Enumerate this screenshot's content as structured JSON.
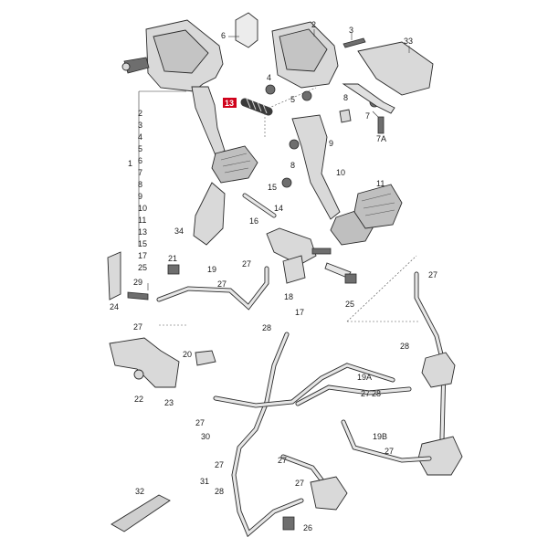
{
  "highlight": {
    "label": "13",
    "color": "#d0021b"
  },
  "callouts": [
    {
      "id": "c6",
      "text": "6"
    },
    {
      "id": "c2",
      "text": "2"
    },
    {
      "id": "c3",
      "text": "3"
    },
    {
      "id": "c33",
      "text": "33"
    },
    {
      "id": "c4",
      "text": "4"
    },
    {
      "id": "c5",
      "text": "5"
    },
    {
      "id": "c8a",
      "text": "8"
    },
    {
      "id": "c7",
      "text": "7"
    },
    {
      "id": "c9",
      "text": "9"
    },
    {
      "id": "c8b",
      "text": "8"
    },
    {
      "id": "c7a",
      "text": "7A"
    },
    {
      "id": "c10",
      "text": "10"
    },
    {
      "id": "c15",
      "text": "15"
    },
    {
      "id": "c11",
      "text": "11"
    },
    {
      "id": "c14",
      "text": "14"
    },
    {
      "id": "c16",
      "text": "16"
    },
    {
      "id": "c34",
      "text": "34"
    },
    {
      "id": "c1",
      "text": "1"
    },
    {
      "id": "c21",
      "text": "21"
    },
    {
      "id": "c19",
      "text": "19"
    },
    {
      "id": "c27a",
      "text": "27"
    },
    {
      "id": "c27b",
      "text": "27"
    },
    {
      "id": "c18",
      "text": "18"
    },
    {
      "id": "c25",
      "text": "25"
    },
    {
      "id": "c27c",
      "text": "27"
    },
    {
      "id": "c29",
      "text": "29"
    },
    {
      "id": "c24",
      "text": "24"
    },
    {
      "id": "c17",
      "text": "17"
    },
    {
      "id": "c27d",
      "text": "27"
    },
    {
      "id": "c28a",
      "text": "28"
    },
    {
      "id": "c28b",
      "text": "28"
    },
    {
      "id": "c20",
      "text": "20"
    },
    {
      "id": "c19a",
      "text": "19A"
    },
    {
      "id": "c2728",
      "text": "27ʼ28"
    },
    {
      "id": "c22",
      "text": "22"
    },
    {
      "id": "c23",
      "text": "23"
    },
    {
      "id": "c27e",
      "text": "27"
    },
    {
      "id": "c30",
      "text": "30"
    },
    {
      "id": "c19b",
      "text": "19B"
    },
    {
      "id": "c27f",
      "text": "27"
    },
    {
      "id": "c27g",
      "text": "27"
    },
    {
      "id": "c27h",
      "text": "27"
    },
    {
      "id": "c31",
      "text": "31"
    },
    {
      "id": "c28c",
      "text": "28"
    },
    {
      "id": "c32",
      "text": "32"
    },
    {
      "id": "c26",
      "text": "26"
    },
    {
      "id": "c19_27",
      "text": "27"
    }
  ],
  "group1_list": [
    "2",
    "3",
    "4",
    "5",
    "6",
    "7",
    "8",
    "9",
    "10",
    "11",
    "13",
    "15",
    "17",
    "25"
  ]
}
